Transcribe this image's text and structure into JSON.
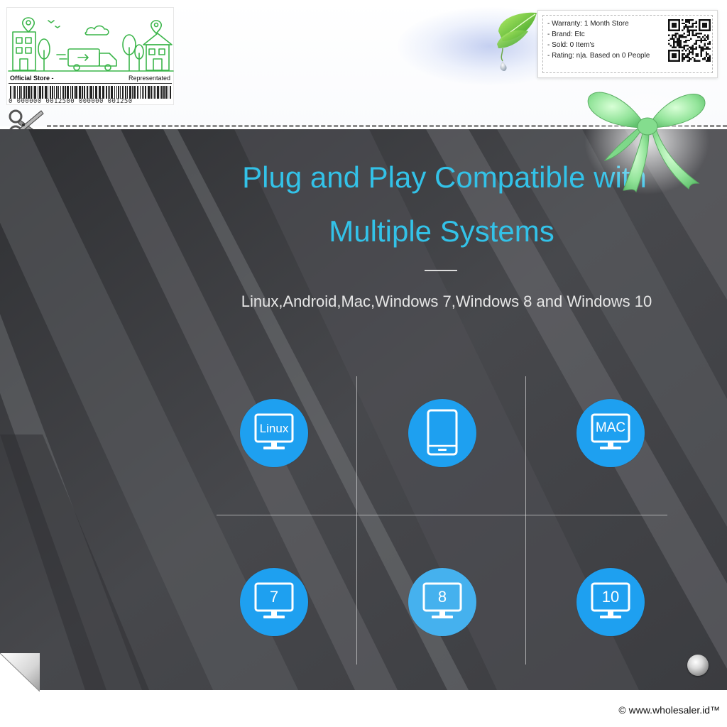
{
  "store_badge": {
    "left_label": "Official Store -",
    "right_label": "Representated",
    "barcode_number": "0 000000 0012500 000000 001250",
    "brand_color": "#3bb54a"
  },
  "info_box": {
    "warranty": "- Warranty: 1 Month Store",
    "brand": "- Brand: Etc",
    "sold": "- Sold: 0 Item's",
    "rating": "- Rating: n|a. Based on 0 People"
  },
  "headline": {
    "line1": "Plug and Play Compatible with",
    "line2": "Multiple Systems",
    "color": "#33c2e8"
  },
  "subtitle": "Linux,Android,Mac,Windows 7,Windows 8 and Windows 10",
  "systems": [
    {
      "label": "Linux",
      "icon": "monitor-icon"
    },
    {
      "label": "",
      "icon": "tablet-icon"
    },
    {
      "label": "MAC",
      "icon": "monitor-icon"
    },
    {
      "label": "7",
      "icon": "monitor-icon"
    },
    {
      "label": "8",
      "icon": "monitor-icon"
    },
    {
      "label": "10",
      "icon": "monitor-icon"
    }
  ],
  "accent_color": "#1ea0f0",
  "icons": {
    "scissors": "scissors-icon",
    "leaf": "leaf-icon",
    "bow": "ribbon-bow-icon",
    "qr": "qr-code-icon",
    "page_corner": "page-curl-icon",
    "knob": "metal-knob-icon"
  },
  "footer": {
    "copyright": "© www.wholesaler.id™"
  }
}
